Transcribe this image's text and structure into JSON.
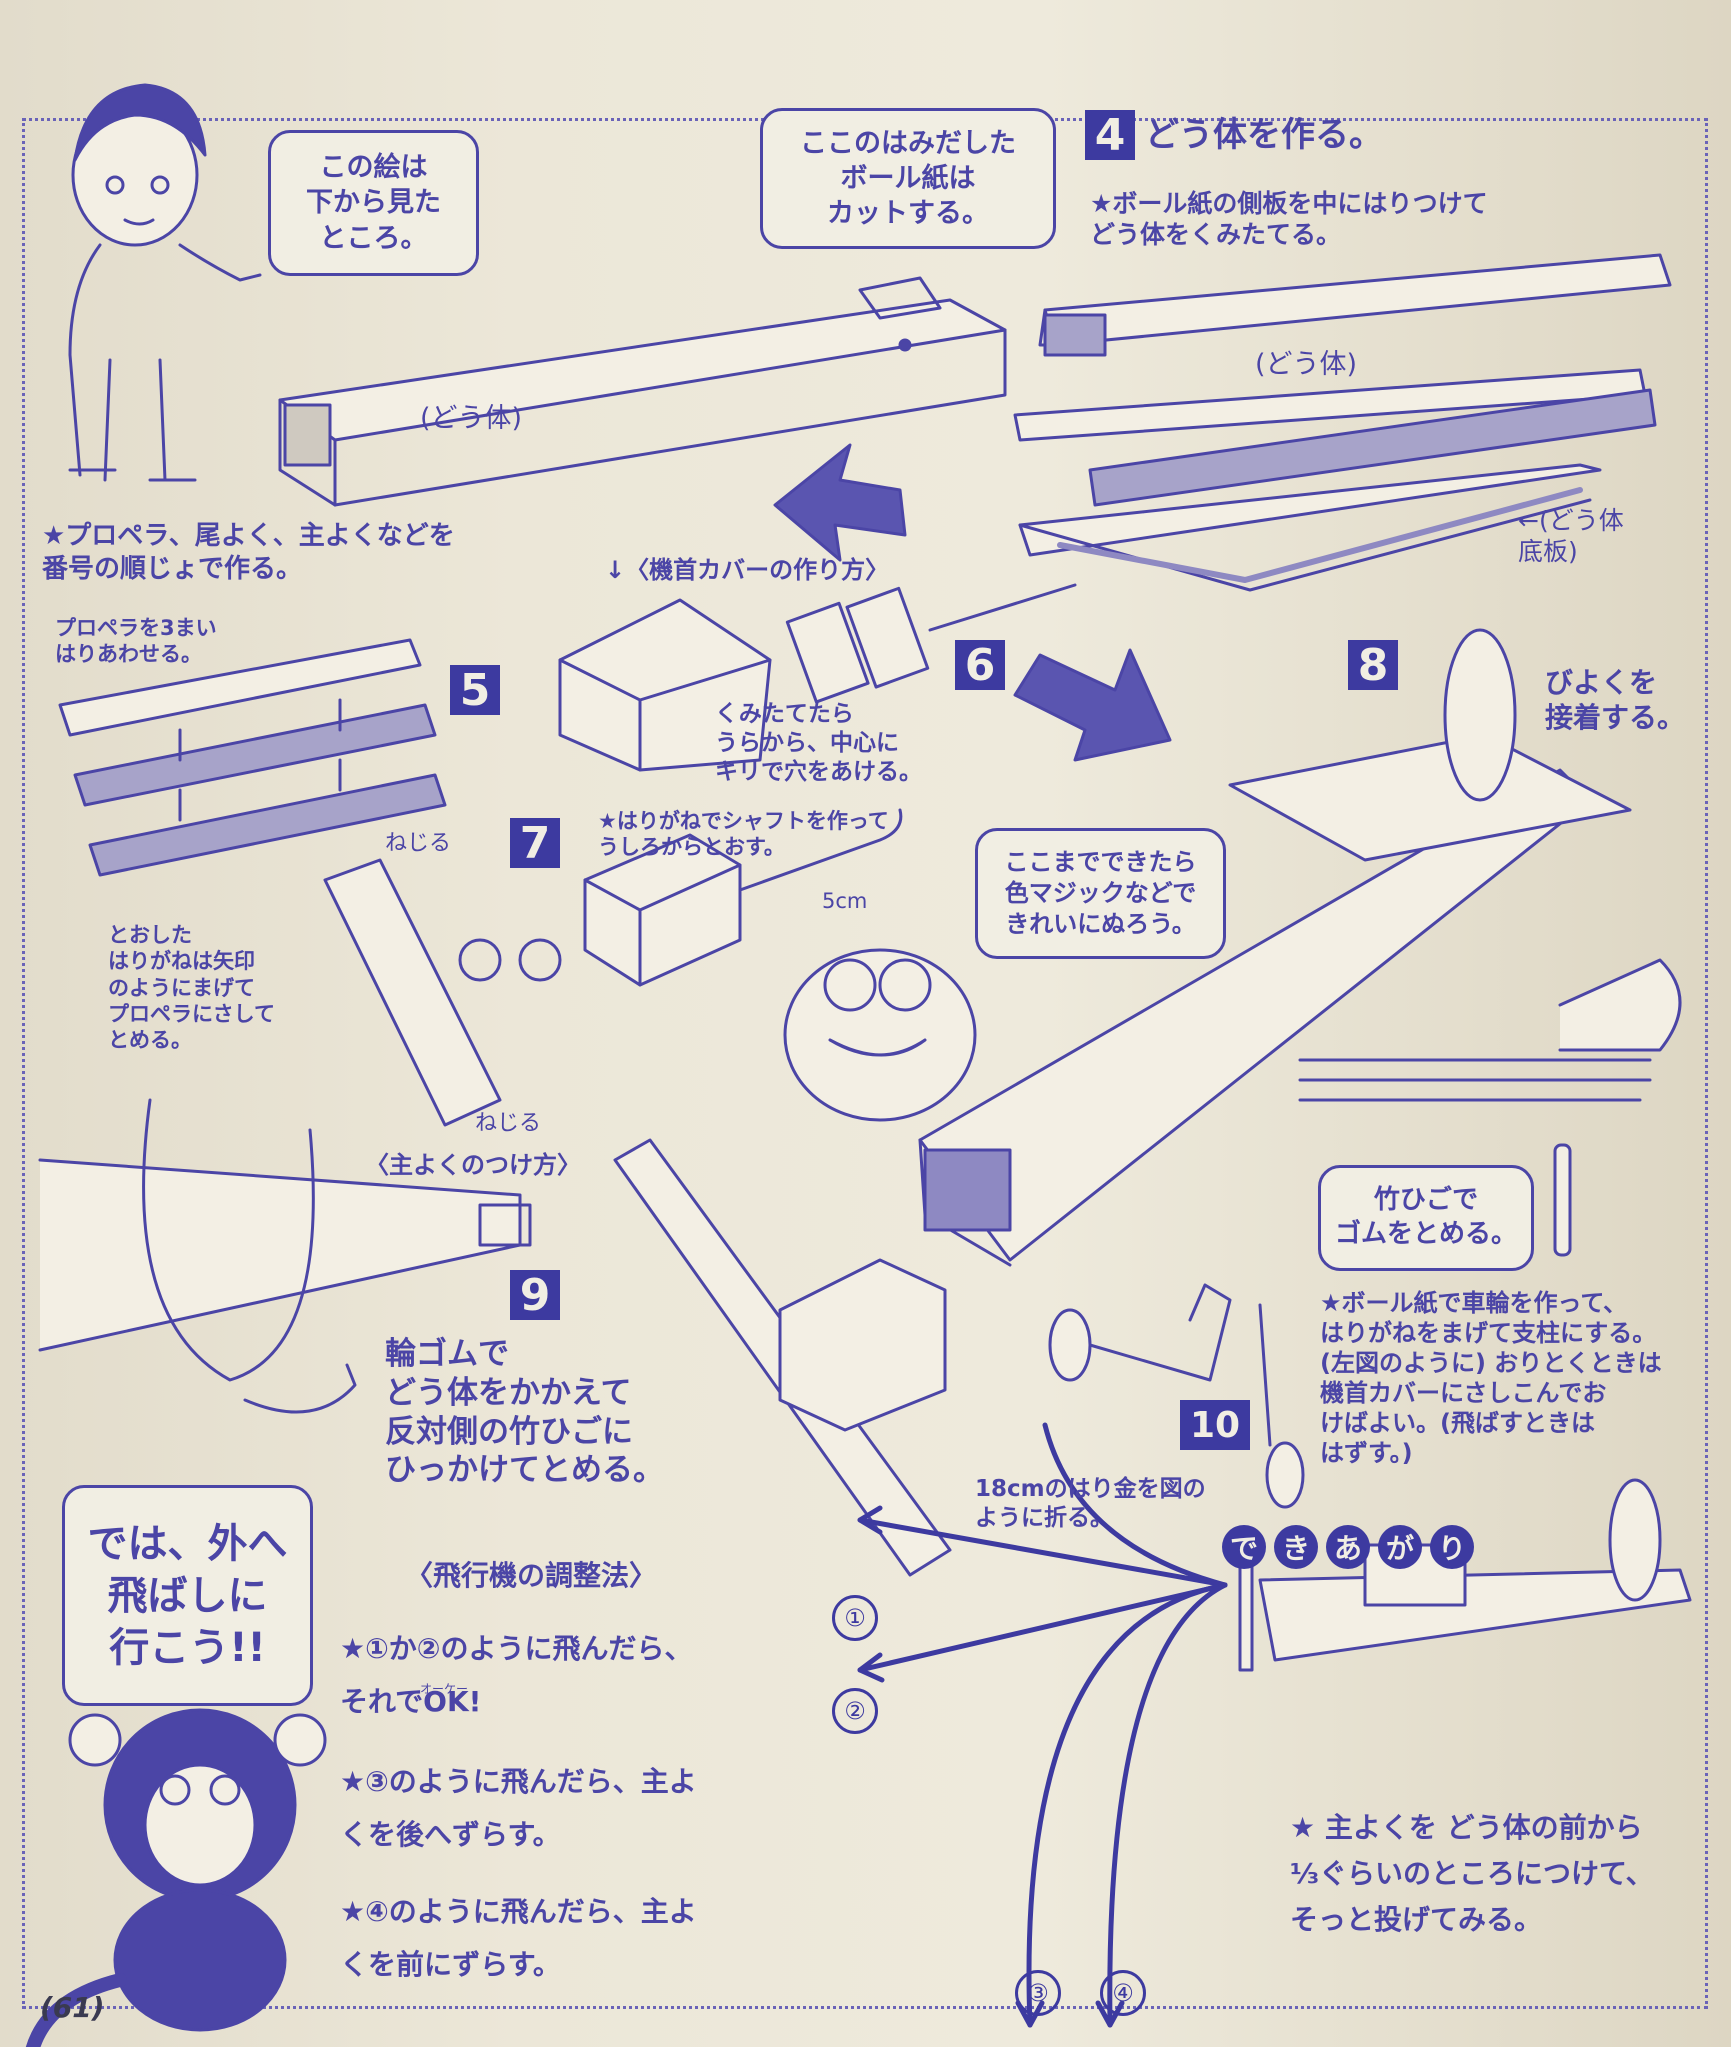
{
  "bubbles": {
    "seen_from_below": "この絵は\n下から見た\nところ。",
    "cut_excess": "ここのはみだした\nボール紙は\nカットする。",
    "paint": "ここまでできたら\n色マジックなどで\nきれいにぬろう。",
    "bamboo_stop": "竹ひごで\nゴムをとめる。",
    "go_fly": "では、外へ\n飛ばしに\n行こう!!"
  },
  "steps": {
    "s4": {
      "number": "4",
      "title": "どう体を作る。",
      "note": "★ボール紙の側板を中にはりつけて\nどう体をくみたてる。"
    },
    "s5": {
      "number": "5"
    },
    "s6": {
      "number": "6"
    },
    "s7": {
      "number": "7"
    },
    "s8": {
      "number": "8"
    },
    "s9": {
      "number": "9"
    },
    "s10": {
      "number": "10"
    }
  },
  "labels": {
    "body_left": "(どう体)",
    "body_right": "(どう体)",
    "body_bottom": "←(どう体\n底板)",
    "order_note": "★プロペラ、尾よく、主よくなどを\n番号の順じょで作る。",
    "propeller_glue": "プロペラを3まい\nはりあわせる。",
    "nose_cover_title": "↓〈機首カバーの作り方〉",
    "nose_hole": "くみたてたら\nうらから、中心に\nキリで穴をあける。",
    "wire_shaft": "★はりがねでシャフトを作って\nうしろからとおす。",
    "five_cm": "5cm",
    "twist_top": "ねじる",
    "twist_bottom": "ねじる",
    "bend_wire": "とおした\nはりがねは矢印\nのようにまげて\nプロペラにさして\nとめる。",
    "wing_attach_title": "〈主よくのつけ方〉",
    "tail_glue": "びよくを\n接着する。",
    "rubber_band": "輪ゴムで\nどう体をかかえて\n反対側の竹ひごに\nひっかけてとめる。",
    "wheel_note": "★ボール紙で車輪を作って、\nはりがねをまげて支柱にする。\n(左図のように) おりとくときは\n機首カバーにさしこんでお\nけばよい。(飛ばすときは\nはずす。)",
    "wire_18cm": "18cmのはり金を図の\nように折る。",
    "adjust_title": "〈飛行機の調整法〉",
    "adjust_1": "★①か②のように飛んだら、\nそれでOK!",
    "adjust_ok_ruby": "オーケー",
    "adjust_2": "★③のように飛んだら、主よ\nくを後へずらす。",
    "adjust_3": "★④のように飛んだら、主よ\nくを前にずらす。",
    "final_note": "★ 主よくを どう体の前から\n⅓ぐらいのところにつけて、\nそっと投げてみる。",
    "page_number": "(61)"
  },
  "done_chars": [
    "で",
    "き",
    "あ",
    "が",
    "り"
  ],
  "flight_marks": [
    "①",
    "②",
    "③",
    "④"
  ],
  "colors": {
    "ink": "#4b45a6",
    "dark": "#3d3aa0",
    "paper": "#ece7d8"
  }
}
